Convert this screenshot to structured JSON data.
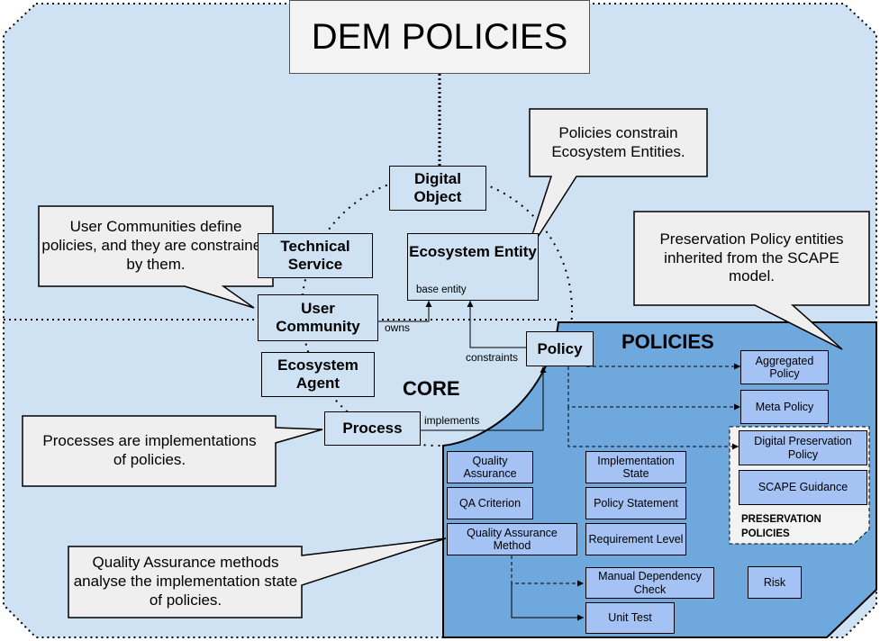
{
  "title": "DEM POLICIES",
  "regions": {
    "core": "CORE",
    "policies": "POLICIES",
    "preservation": "PRESERVATION POLICIES"
  },
  "core_entities": {
    "digital_object": "Digital Object",
    "technical_service": "Technical Service",
    "ecosystem_entity": "Ecosystem Entity",
    "ecosystem_entity_note": "base entity",
    "user_community": "User Community",
    "ecosystem_agent": "Ecosystem Agent",
    "process": "Process",
    "policy": "Policy"
  },
  "relations": {
    "owns": "owns",
    "constraints": "constraints",
    "implements": "implements"
  },
  "policy_entities": {
    "aggregated_policy": "Aggregated Policy",
    "meta_policy": "Meta Policy",
    "digital_preservation_policy": "Digital Preservation Policy",
    "scape_guidance": "SCAPE Guidance",
    "quality_assurance": "Quality Assurance",
    "qa_criterion": "QA Criterion",
    "quality_assurance_method": "Quality Assurance Method",
    "implementation_state": "Implementation State",
    "policy_statement": "Policy Statement",
    "requirement_level": "Requirement Level",
    "manual_dependency_check": "Manual Dependency Check",
    "unit_test": "Unit Test",
    "risk": "Risk"
  },
  "callouts": {
    "policies_constrain": "Policies constrain Ecosystem Entities.",
    "user_communities": "User Communities define policies, and they are constrained by them.",
    "preservation": "Preservation Policy entities inherited from the SCAPE model.",
    "processes": "Processes are implementations of policies.",
    "qa_methods": "Quality Assurance methods analyse the implementation state of policies."
  },
  "colors": {
    "background_region": "#cfe2f3",
    "policies_region": "#6fa8dc",
    "policy_box": "#a4c2f4",
    "callout": "#efefef"
  }
}
